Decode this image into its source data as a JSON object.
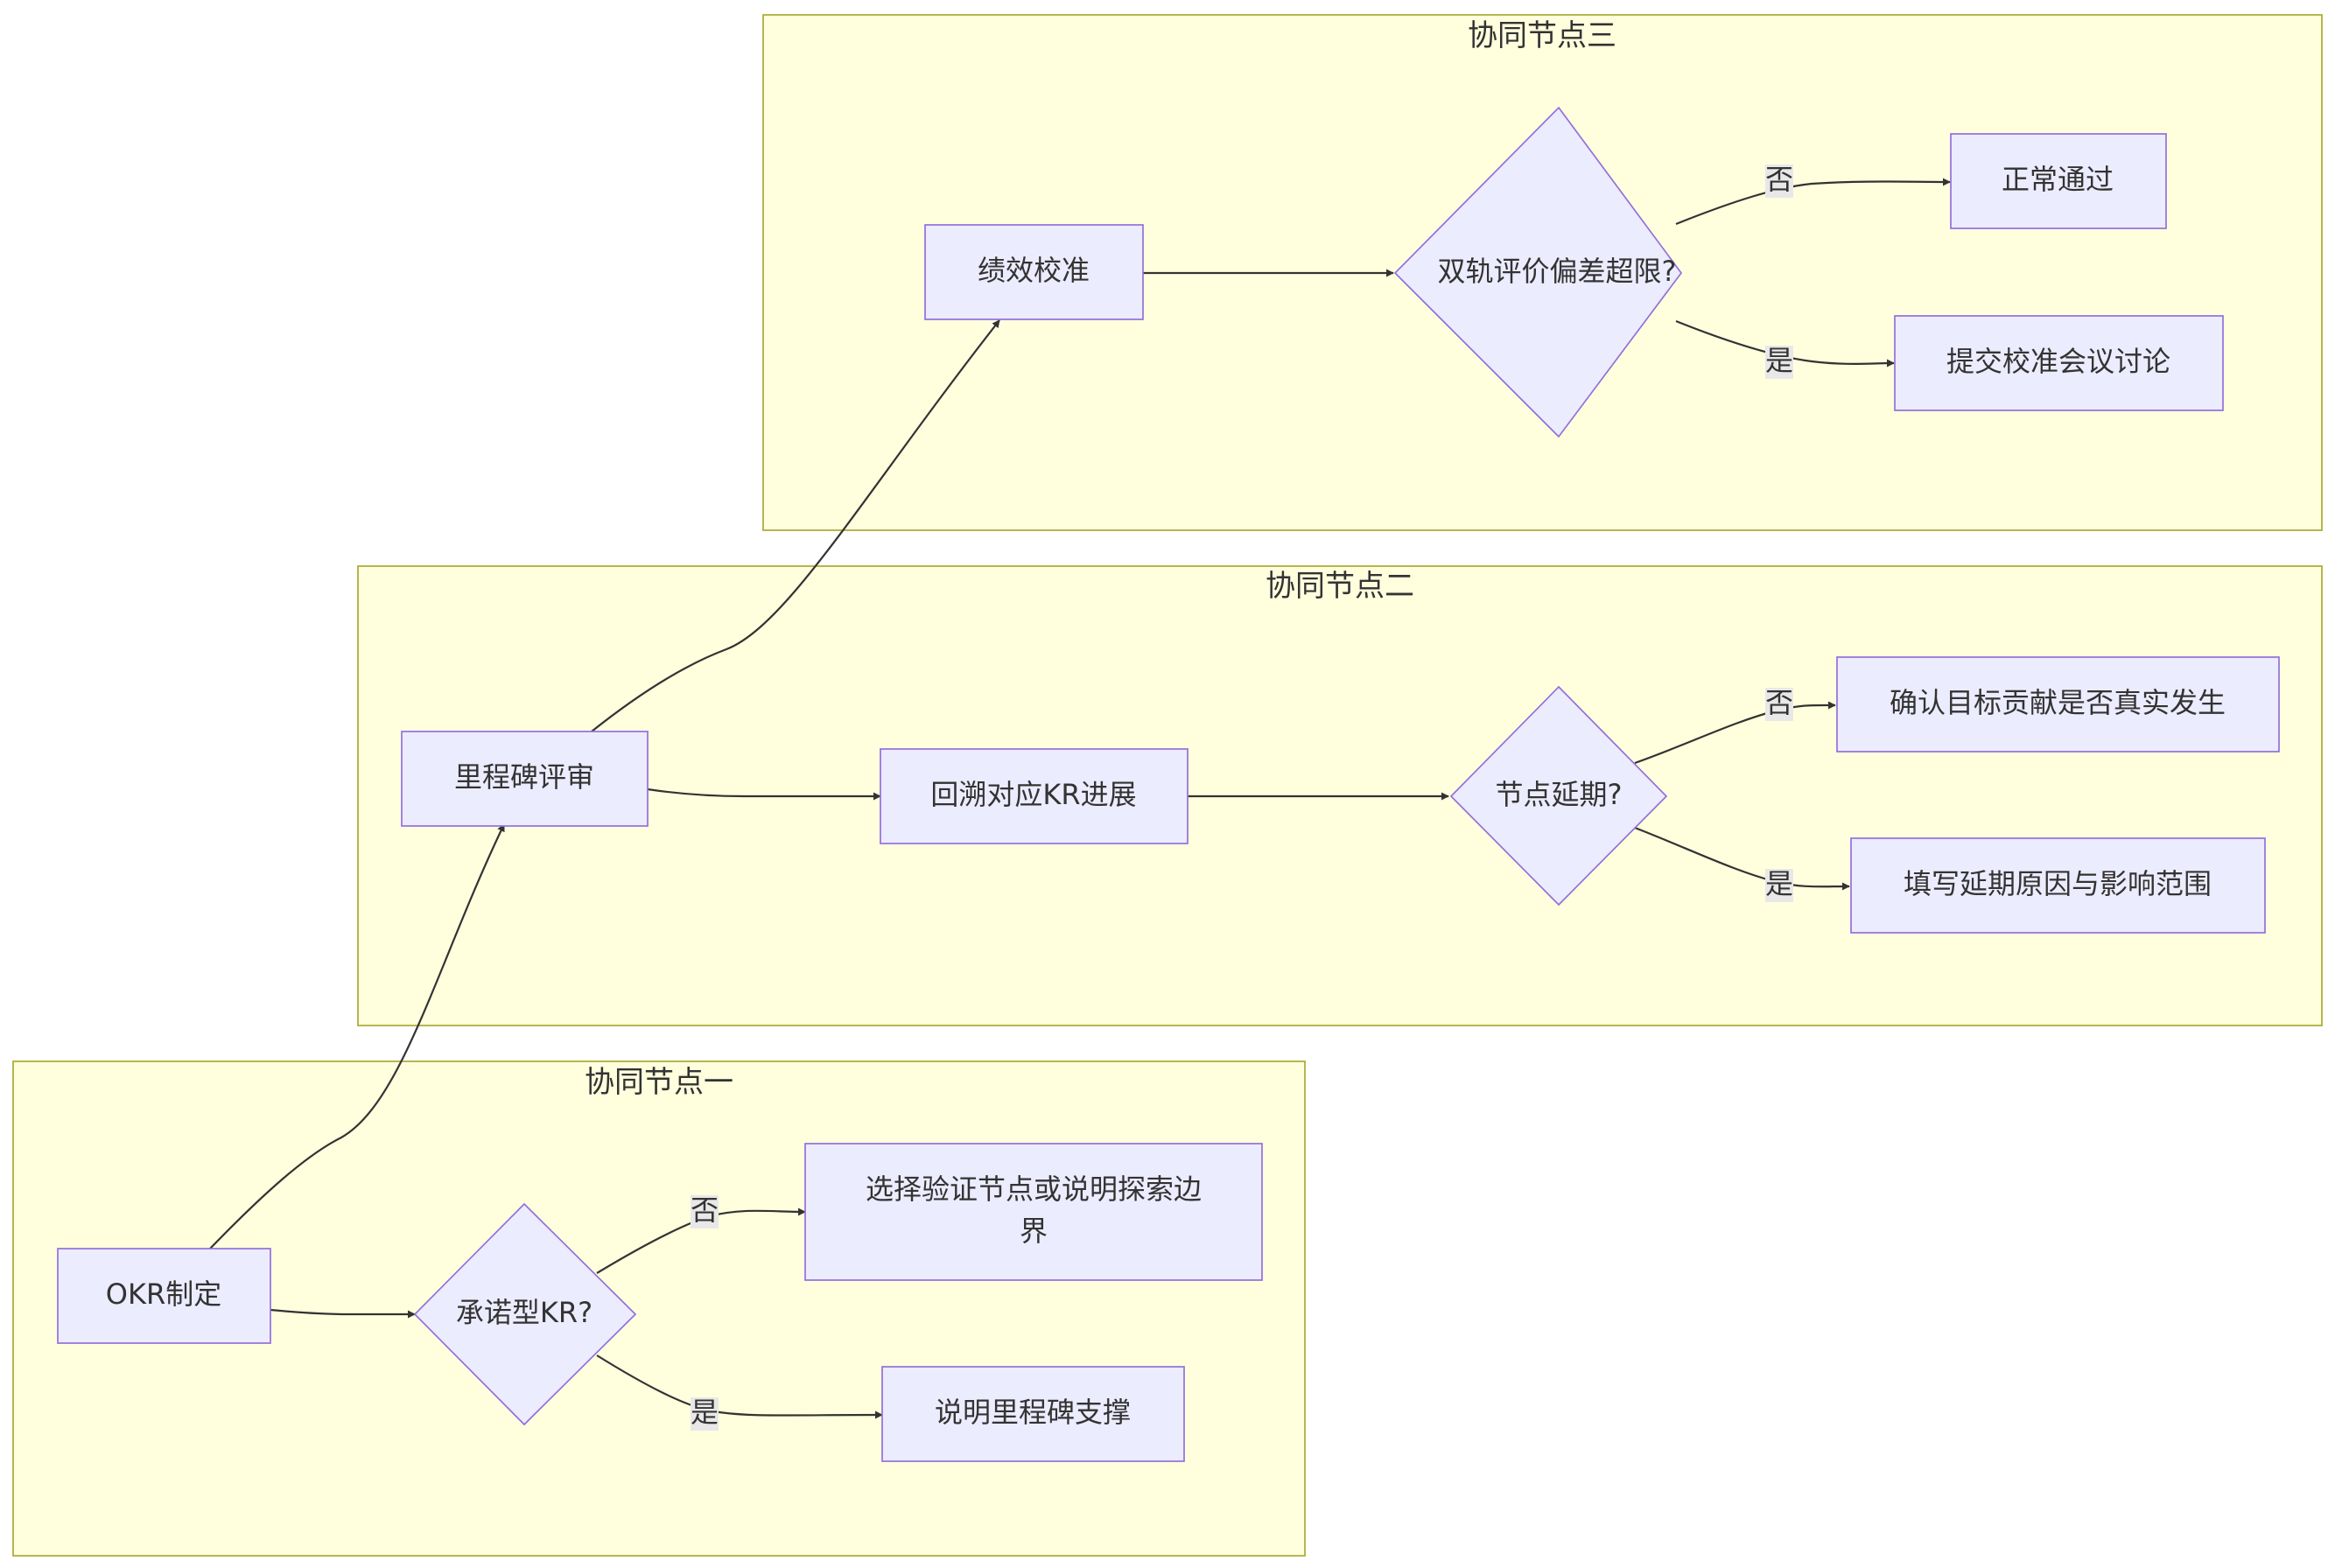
{
  "colors": {
    "cluster_fill": "#ffffde",
    "cluster_border": "#aaaa33",
    "node_fill": "#ececff",
    "node_border": "#9370db",
    "edge": "#333333",
    "text": "#333333",
    "edge_label_bg": "#e8e8e8"
  },
  "clusters": {
    "c1": {
      "title": "协同节点一"
    },
    "c2": {
      "title": "协同节点二"
    },
    "c3": {
      "title": "协同节点三"
    }
  },
  "nodes": {
    "okr": {
      "label": "OKR制定"
    },
    "kr_decision": {
      "label": "承诺型KR?"
    },
    "select_node": {
      "line1": "选择验证节点或说明探索边",
      "line2": "界"
    },
    "milestone_support": {
      "label": "说明里程碑支撑"
    },
    "milestone_review": {
      "label": "里程碑评审"
    },
    "trace_kr": {
      "label": "回溯对应KR进展"
    },
    "delay_decision": {
      "label": "节点延期?"
    },
    "confirm_contribution": {
      "label": "确认目标贡献是否真实发生"
    },
    "fill_delay": {
      "label": "填写延期原因与影响范围"
    },
    "perf_calibration": {
      "label": "绩效校准"
    },
    "dual_decision": {
      "label": "双轨评价偏差超限?"
    },
    "normal_pass": {
      "label": "正常通过"
    },
    "submit_meeting": {
      "label": "提交校准会议讨论"
    }
  },
  "edge_labels": {
    "no": "否",
    "yes": "是"
  }
}
